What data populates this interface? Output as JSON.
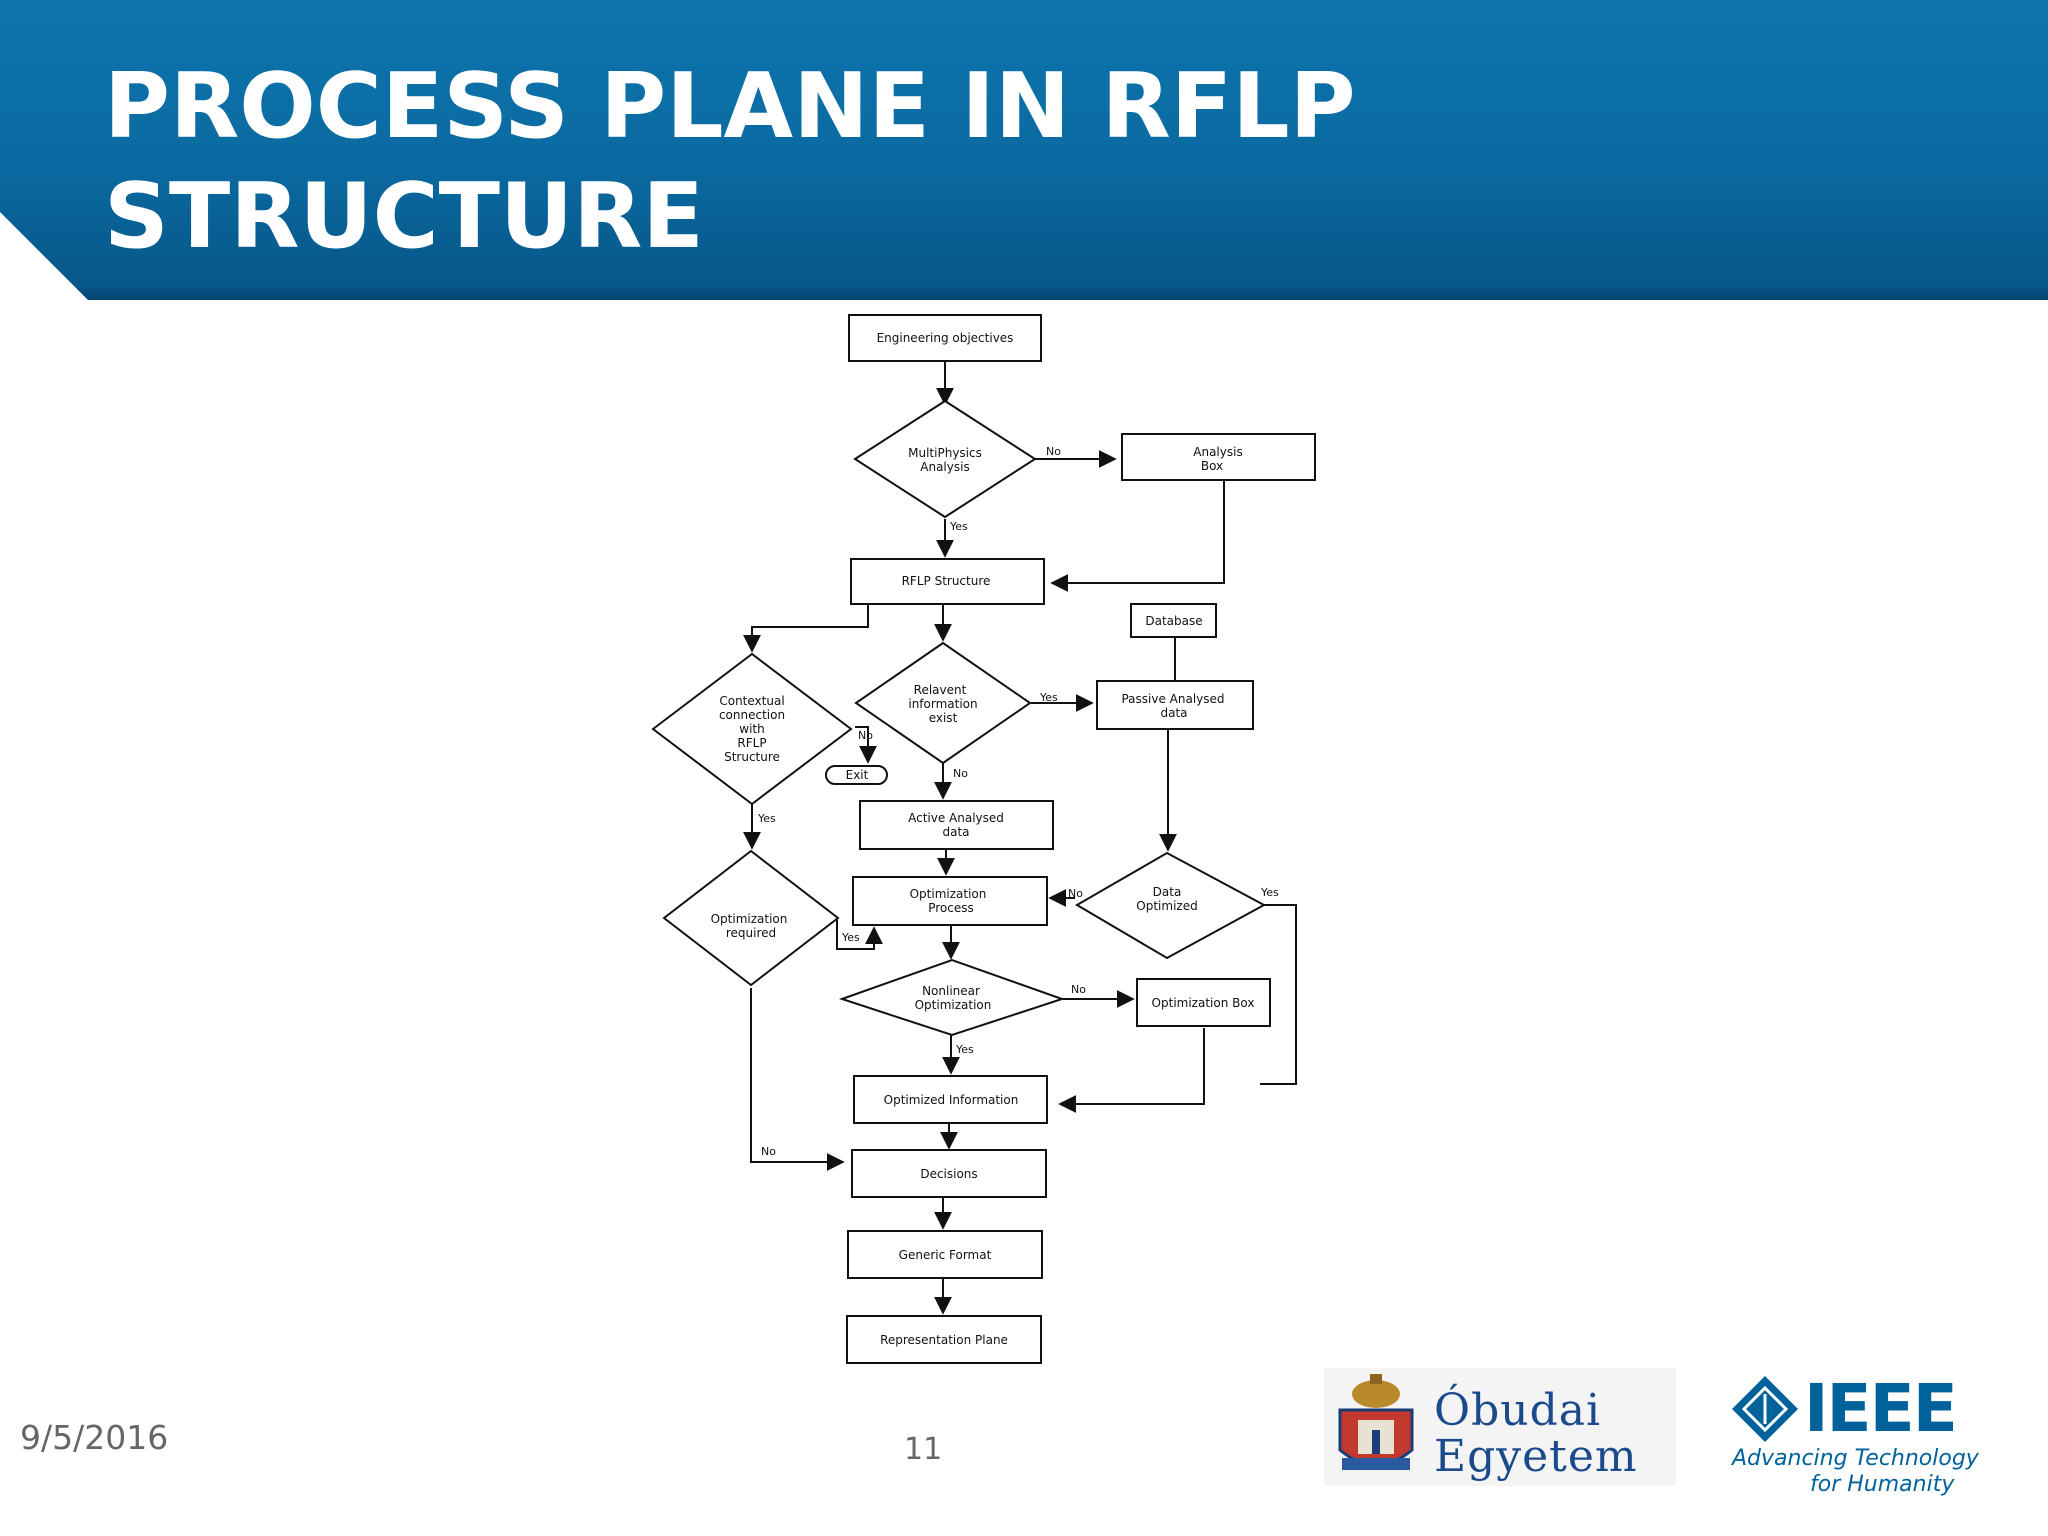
{
  "slide": {
    "title_line1": "PROCESS PLANE IN RFLP",
    "title_line2": "STRUCTURE",
    "date": "9/5/2016",
    "page_number": "11"
  },
  "colors": {
    "header_blue": "#0a6aa1",
    "title_text": "#ffffff",
    "footer_text": "#666666"
  },
  "flowchart": {
    "nodes": {
      "engineering_objectives": "Engineering objectives",
      "multiphysics_analysis": [
        "MultiPhysics",
        "Analysis"
      ],
      "analysis_box": [
        "Analysis",
        "Box"
      ],
      "rflp_structure": "RFLP Structure",
      "database": "Database",
      "contextual_connection": [
        "Contextual",
        "connection",
        "with",
        "RFLP",
        "Structure"
      ],
      "relevant_information": [
        "Relavent",
        "information",
        "exist"
      ],
      "passive_analysed_data": [
        "Passive Analysed",
        "data"
      ],
      "exit": "Exit",
      "active_analysed_data": [
        "Active Analysed",
        "data"
      ],
      "optimization_required": [
        "Optimization",
        "required"
      ],
      "optimization_process": [
        "Optimization",
        "Process"
      ],
      "data_optimized": [
        "Data",
        "Optimized"
      ],
      "nonlinear_optimization": [
        "Nonlinear",
        "Optimization"
      ],
      "optimization_box": "Optimization Box",
      "optimized_information": "Optimized Information",
      "decisions": "Decisions",
      "generic_format": "Generic Format",
      "representation_plane": "Representation Plane"
    },
    "edge_labels": {
      "yes": "Yes",
      "no": "No"
    }
  },
  "logos": {
    "obuda_line1": "Óbudai",
    "obuda_line2": "Egyetem",
    "ieee_word": "IEEE",
    "ieee_tagline1": "Advancing Technology",
    "ieee_tagline2": "for Humanity"
  }
}
